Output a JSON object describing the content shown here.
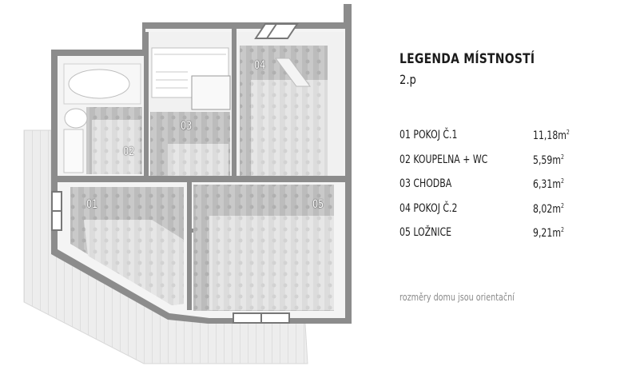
{
  "legend": {
    "title": "LEGENDA MÍSTNOSTÍ",
    "floor": "2.p",
    "rooms": [
      {
        "name": "01 POKOJ Č.1",
        "area": "11,18m",
        "unit_sup": "2"
      },
      {
        "name": "02 KOUPELNA + WC",
        "area": "5,59m",
        "unit_sup": "2"
      },
      {
        "name": "03 CHODBA",
        "area": "6,31m",
        "unit_sup": "2"
      },
      {
        "name": "04 POKOJ Č.2",
        "area": "8,02m",
        "unit_sup": "2"
      },
      {
        "name": "05 LOŽNICE",
        "area": "9,21m",
        "unit_sup": "2"
      }
    ],
    "note": "rozměry domu jsou orientační"
  },
  "plan": {
    "labels": {
      "r01": "01",
      "r02": "02",
      "r03": "03",
      "r04": "04",
      "r05": "05"
    }
  }
}
